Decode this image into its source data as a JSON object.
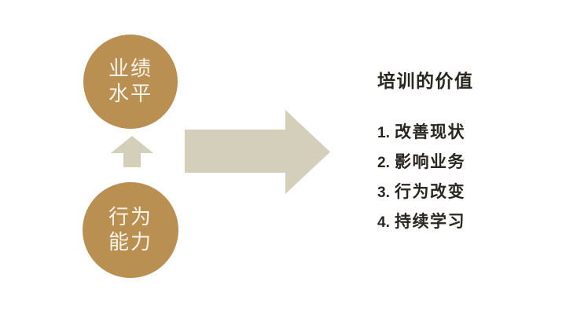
{
  "colors": {
    "circle_fill": "#b98f52",
    "arrow_fill": "#d3cfbb",
    "dark_text": "#29261f",
    "circle_text": "#f8f4ec",
    "background": "#ffffff"
  },
  "diagram": {
    "top_circle": {
      "line1": "业绩",
      "line2": "水平"
    },
    "bottom_circle": {
      "line1": "行为",
      "line2": "能力"
    },
    "up_arrow_icon": "up-arrow",
    "right_arrow_icon": "right-arrow"
  },
  "panel": {
    "title": "培训的价值",
    "items": [
      {
        "number": "1.",
        "label": "改善现状"
      },
      {
        "number": "2.",
        "label": "影响业务"
      },
      {
        "number": "3.",
        "label": "行为改变"
      },
      {
        "number": "4.",
        "label": "持续学习"
      }
    ]
  }
}
